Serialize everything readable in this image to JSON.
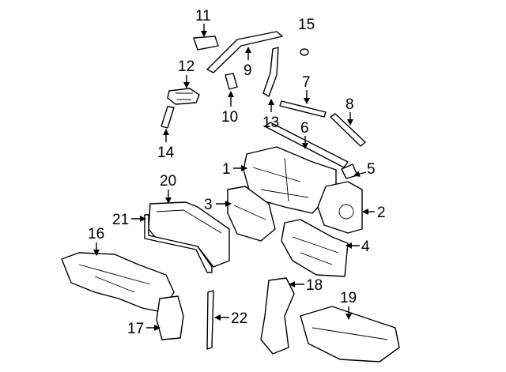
{
  "diagram": {
    "title": "Cowl and dash panel components parts diagram",
    "callouts": [
      "1",
      "2",
      "3",
      "4",
      "5",
      "6",
      "7",
      "8",
      "9",
      "10",
      "11",
      "12",
      "13",
      "14",
      "15",
      "16",
      "17",
      "18",
      "19",
      "20",
      "21",
      "22"
    ]
  }
}
